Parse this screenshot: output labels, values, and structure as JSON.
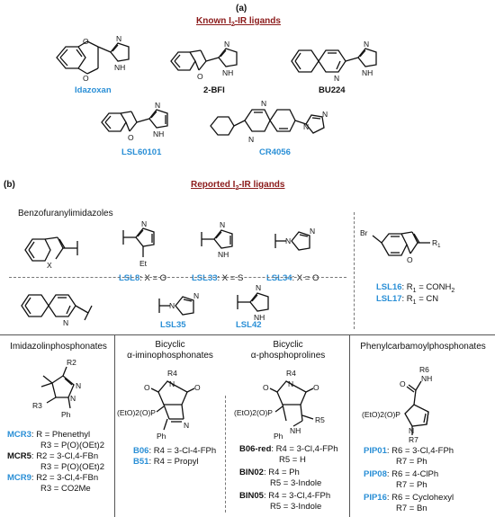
{
  "panel_a": {
    "label": "(a)",
    "title_pre": "Known ",
    "title_i": "I",
    "title_sub": "2",
    "title_post": "-IR ligands",
    "compounds": [
      "Idazoxan",
      "2-BFI",
      "BU224",
      "LSL60101",
      "CR4056"
    ]
  },
  "panel_b": {
    "label": "(b)",
    "title_pre": "Reported ",
    "title_i": "I",
    "title_sub": "2",
    "title_post": "-IR ligands",
    "benzofuranyl_label": "Benzofuranylimidazoles",
    "ring_x": "X",
    "et": "Et",
    "nh": "NH",
    "n": "N",
    "o": "O",
    "br": "Br",
    "r1": "R",
    "lsl8": {
      "name": "LSL8",
      "text": ": X = O"
    },
    "lsl33": {
      "name": "LSL33",
      "text": ": X = S"
    },
    "lsl34": {
      "name": "LSL34",
      "text": ": X = O"
    },
    "lsl35": {
      "name": "LSL35"
    },
    "lsl42": {
      "name": "LSL42"
    },
    "lsl16": {
      "name": "LSL16",
      "text": ": R",
      "sub": "1",
      "val": " = CONH",
      "sub2": "2"
    },
    "lsl17": {
      "name": "LSL17",
      "text": ": R",
      "sub": "1",
      "val": " = CN"
    }
  },
  "groups": {
    "imidazolin": "Imidazolinphosphonates",
    "iminophos_1": "Bicyclic",
    "iminophos_2": "α-iminophosphonates",
    "prolines_1": "Bicyclic",
    "prolines_2": "α-phosphoprolines",
    "phenylcarb": "Phenylcarbamoylphosphonates"
  },
  "mcr": [
    {
      "name": "MCR3",
      "color": "blue",
      "line1": ": R = Phenethyl",
      "line2": "R3 = P(O)(OEt)2"
    },
    {
      "name": "MCR5",
      "color": "black",
      "line1": ": R2 = 3-Cl,4-FBn",
      "line2": "R3 = P(O)(OEt)2"
    },
    {
      "name": "MCR9",
      "color": "blue",
      "line1": ": R2 = 3-Cl,4-FBn",
      "line2": "R3 = CO2Me"
    }
  ],
  "imino": [
    {
      "name": "B06",
      "line": ": R4 = 3-Cl-4-FPh"
    },
    {
      "name": "B51",
      "line": ": R4 = Propyl"
    }
  ],
  "prolines": [
    {
      "name": "B06-red",
      "line1": ": R4 = 3-Cl,4-FPh",
      "line2": "R5 = H"
    },
    {
      "name": "BIN02",
      "line1": ": R4 = Ph",
      "line2": "R5 = 3-Indole"
    },
    {
      "name": "BIN05",
      "line1": ": R4 = 3-Cl,4-FPh",
      "line2": "R5 = 3-Indole"
    }
  ],
  "pip": [
    {
      "name": "PIP01",
      "line1": ": R6 = 3-Cl,4-FPh",
      "line2": "R7 = Ph"
    },
    {
      "name": "PIP08",
      "line1": ": R6 = 4-ClPh",
      "line2": "R7 = Ph"
    },
    {
      "name": "PIP16",
      "line1": ": R6 = Cyclohexyl",
      "line2": "R7 = Bn"
    }
  ],
  "labels": {
    "eto2op": "(EtO)2(O)P",
    "ph": "Ph",
    "r2": "R2",
    "r3": "R3",
    "r4": "R4",
    "r5": "R5",
    "r6": "R6",
    "r7": "R7",
    "n": "N",
    "nh": "NH",
    "h": "H",
    "o": "O"
  },
  "colors": {
    "title": "#8b1a1a",
    "blue": "#2a8fd6"
  }
}
